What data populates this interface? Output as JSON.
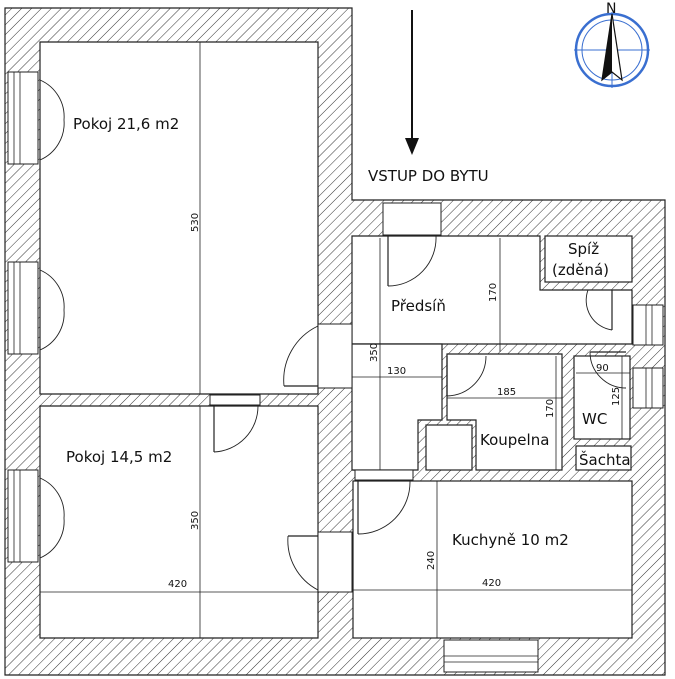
{
  "entrance": {
    "label": "VSTUP DO BYTU"
  },
  "rooms": {
    "room1": "Pokoj 21,6 m2",
    "room2": "Pokoj 14,5 m2",
    "hall": "Předsíň",
    "pantry_line1": "Spíž",
    "pantry_line2": "(zděná)",
    "wc": "WC",
    "bathroom": "Koupelna",
    "shaft": "Šachta",
    "kitchen": "Kuchyně 10 m2"
  },
  "dimensions": {
    "room1_height": "530",
    "room2_height": "350",
    "room2_width": "420",
    "hall_height": "350",
    "hall_width": "130",
    "hall_upper": "170",
    "bath_width": "185",
    "bath_height": "170",
    "wc_width": "90",
    "wc_height": "125",
    "kitchen_height": "240",
    "kitchen_width": "420"
  },
  "compass": {
    "north_label": "N"
  },
  "colors": {
    "wall_hatch": "#333333",
    "line": "#222222",
    "compass_blue": "#3a6fd0"
  }
}
